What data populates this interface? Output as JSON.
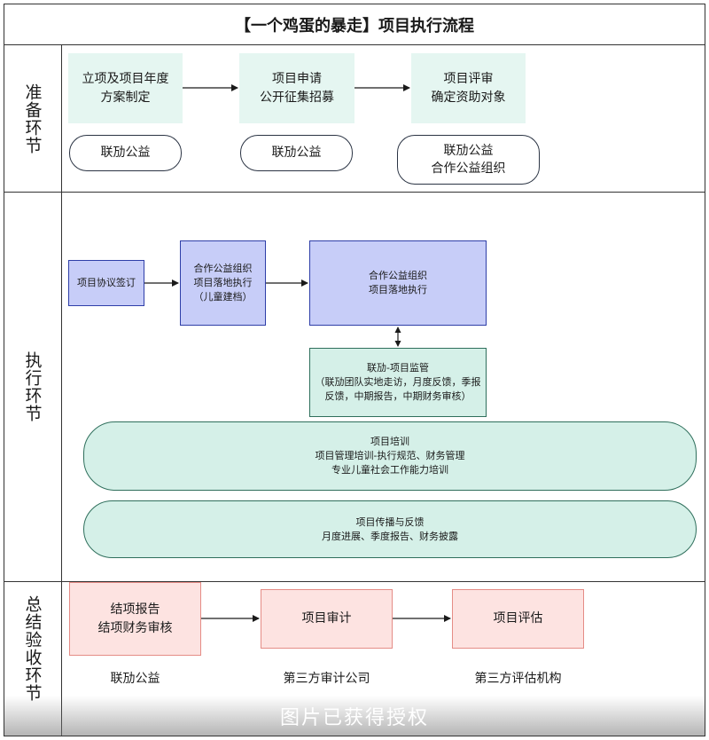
{
  "title": "【一个鸡蛋的暴走】项目执行流程",
  "phases": {
    "prepare": "准备环节",
    "execute": "执行环节",
    "summary": "总结验收环节"
  },
  "prepare": {
    "steps": [
      "立项及项目年度\n方案制定",
      "项目申请\n公开征集招募",
      "项目评审\n确定资助对象"
    ],
    "owners": [
      "联劢公益",
      "联劢公益",
      "联劢公益\n合作公益组织"
    ]
  },
  "execute": {
    "sign": "项目协议签订",
    "impl_child": "合作公益组织\n项目落地执行\n（儿童建档）",
    "impl": "合作公益组织\n项目落地执行",
    "supervise": "联劢-项目监管\n（联劢团队实地走访，月度反馈，季报\n反馈，中期报告，中期财务审核）",
    "training": "项目培训\n项目管理培训-执行规范、财务管理\n专业儿童社会工作能力培训",
    "feedback": "项目传播与反馈\n月度进展、季度报告、财务披露"
  },
  "summary": {
    "steps": [
      "结项报告\n结项财务审核",
      "项目审计",
      "项目评估"
    ],
    "owners": [
      "联劢公益",
      "第三方审计公司",
      "第三方评估机构"
    ]
  },
  "watermark": "图片已获得授权",
  "colors": {
    "mint": "#e5f6f1",
    "blue_fill": "#c7cdf8",
    "blue_border": "#2e3ea8",
    "green_fill": "#d5f0e8",
    "pink_fill": "#fde3e1",
    "pink_border": "#e58c86"
  }
}
